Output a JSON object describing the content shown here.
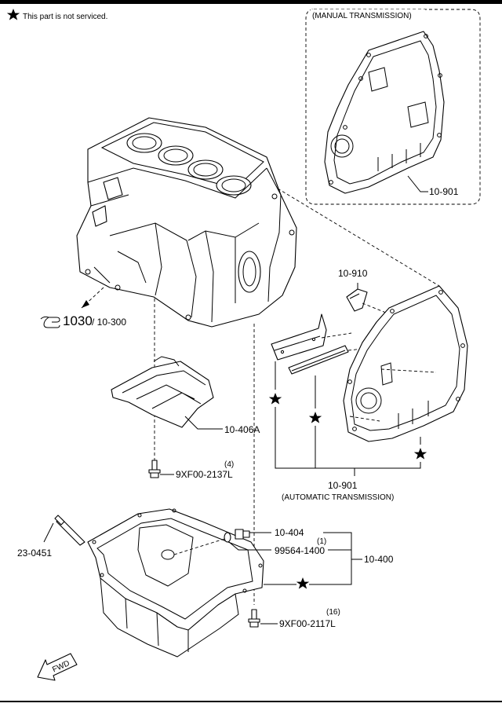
{
  "header": {
    "note_text": "This part is not serviced."
  },
  "labels": {
    "manual_transmission": "(MANUAL TRANSMISSION)",
    "automatic_transmission": "(AUTOMATIC TRANSMISSION)",
    "ref_1030": "1030",
    "ref_10_300": "/ 10-300",
    "part_10_901_manual": "10-901",
    "part_10_910": "10-910",
    "part_10_406A": "10-406A",
    "qty_4": "(4)",
    "part_9XF00_2137L": "9XF00-2137L",
    "part_10_901_auto": "10-901",
    "part_10_404": "10-404",
    "qty_1": "(1)",
    "part_99564_1400": "99564-1400",
    "part_10_400": "10-400",
    "part_23_0451": "23-0451",
    "qty_16": "(16)",
    "part_9XF00_2117L": "9XF00-2117L",
    "fwd": "FWD"
  },
  "icons": {
    "star": "star-icon",
    "pointing_hand": "pointing-hand-icon",
    "fwd_arrow": "fwd-arrow-icon"
  },
  "colors": {
    "line": "#000000",
    "background": "#ffffff"
  }
}
